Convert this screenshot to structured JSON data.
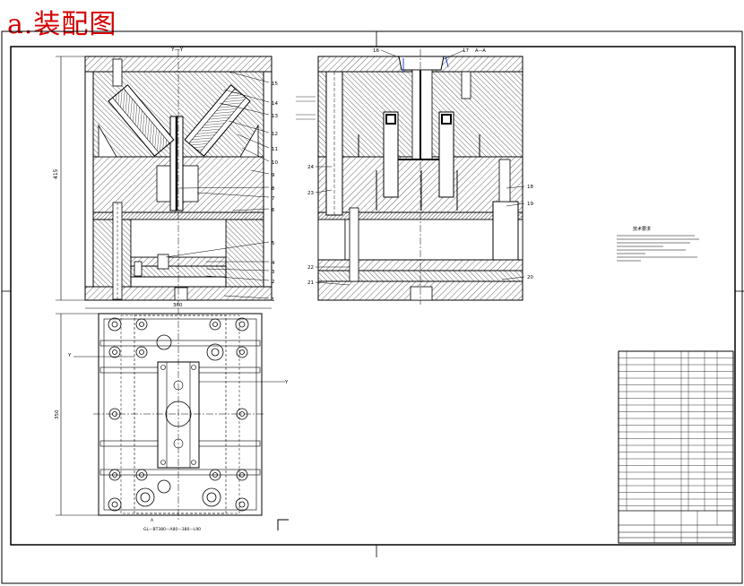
{
  "title": "a.装配图",
  "view_labels": {
    "left": "Y—Y",
    "right": "A—A"
  },
  "dimensions": {
    "height_left": "415",
    "width_plan": "360",
    "height_plan": "350"
  },
  "plan_labels": {
    "y_left": "Y",
    "y_right": "Y",
    "a_mark": "A",
    "note": "GL—BT380—A80—380—L90"
  },
  "left_part_numbers": [
    "15",
    "14",
    "13",
    "12",
    "11",
    "10",
    "9",
    "8",
    "7",
    "6",
    "5",
    "4",
    "3",
    "2",
    "1"
  ],
  "right_part_numbers": [
    "16",
    "17",
    "24",
    "23",
    "22",
    "21",
    "18",
    "19",
    "20"
  ],
  "notes_title": "技术要求",
  "colors": {
    "title": "#d40000",
    "line": "#000000",
    "hatch": "#000000",
    "blue_accent": "#2244cc"
  }
}
